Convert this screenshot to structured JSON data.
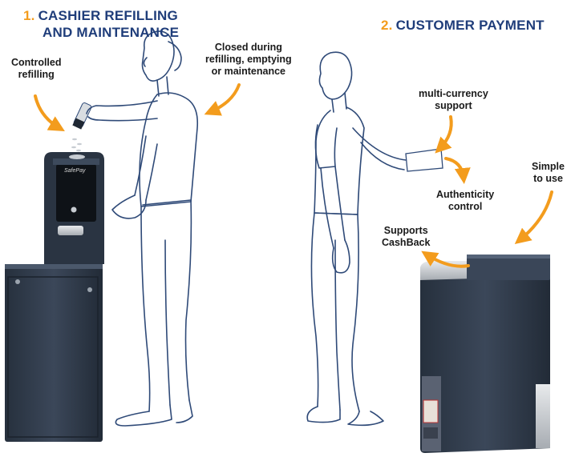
{
  "section1": {
    "number": "1.",
    "title_line1": "CASHIER REFILLING",
    "title_line2": "AND MAINTENANCE"
  },
  "section2": {
    "number": "2.",
    "title": "CUSTOMER PAYMENT"
  },
  "labels": {
    "controlled_refilling": "Controlled\nrefilling",
    "closed_during": "Closed during\nrefilling, emptying\nor maintenance",
    "multi_currency": "multi-currency\nsupport",
    "simple_to_use": "Simple\nto use",
    "authenticity": "Authenticity\ncontrol",
    "cashback": "Supports\nCashBack"
  },
  "machine_brand": "SafePay",
  "colors": {
    "heading_blue": "#1f3d7a",
    "accent_orange": "#f39c1d",
    "figure_stroke": "#2f4a78",
    "cabinet_dark": "#2f3a49",
    "cabinet_mid": "#3a4658",
    "metal_silver": "#c9cdd2"
  },
  "icons": [
    "coin-tube-icon",
    "banknote-icon",
    "arrow-icon"
  ]
}
